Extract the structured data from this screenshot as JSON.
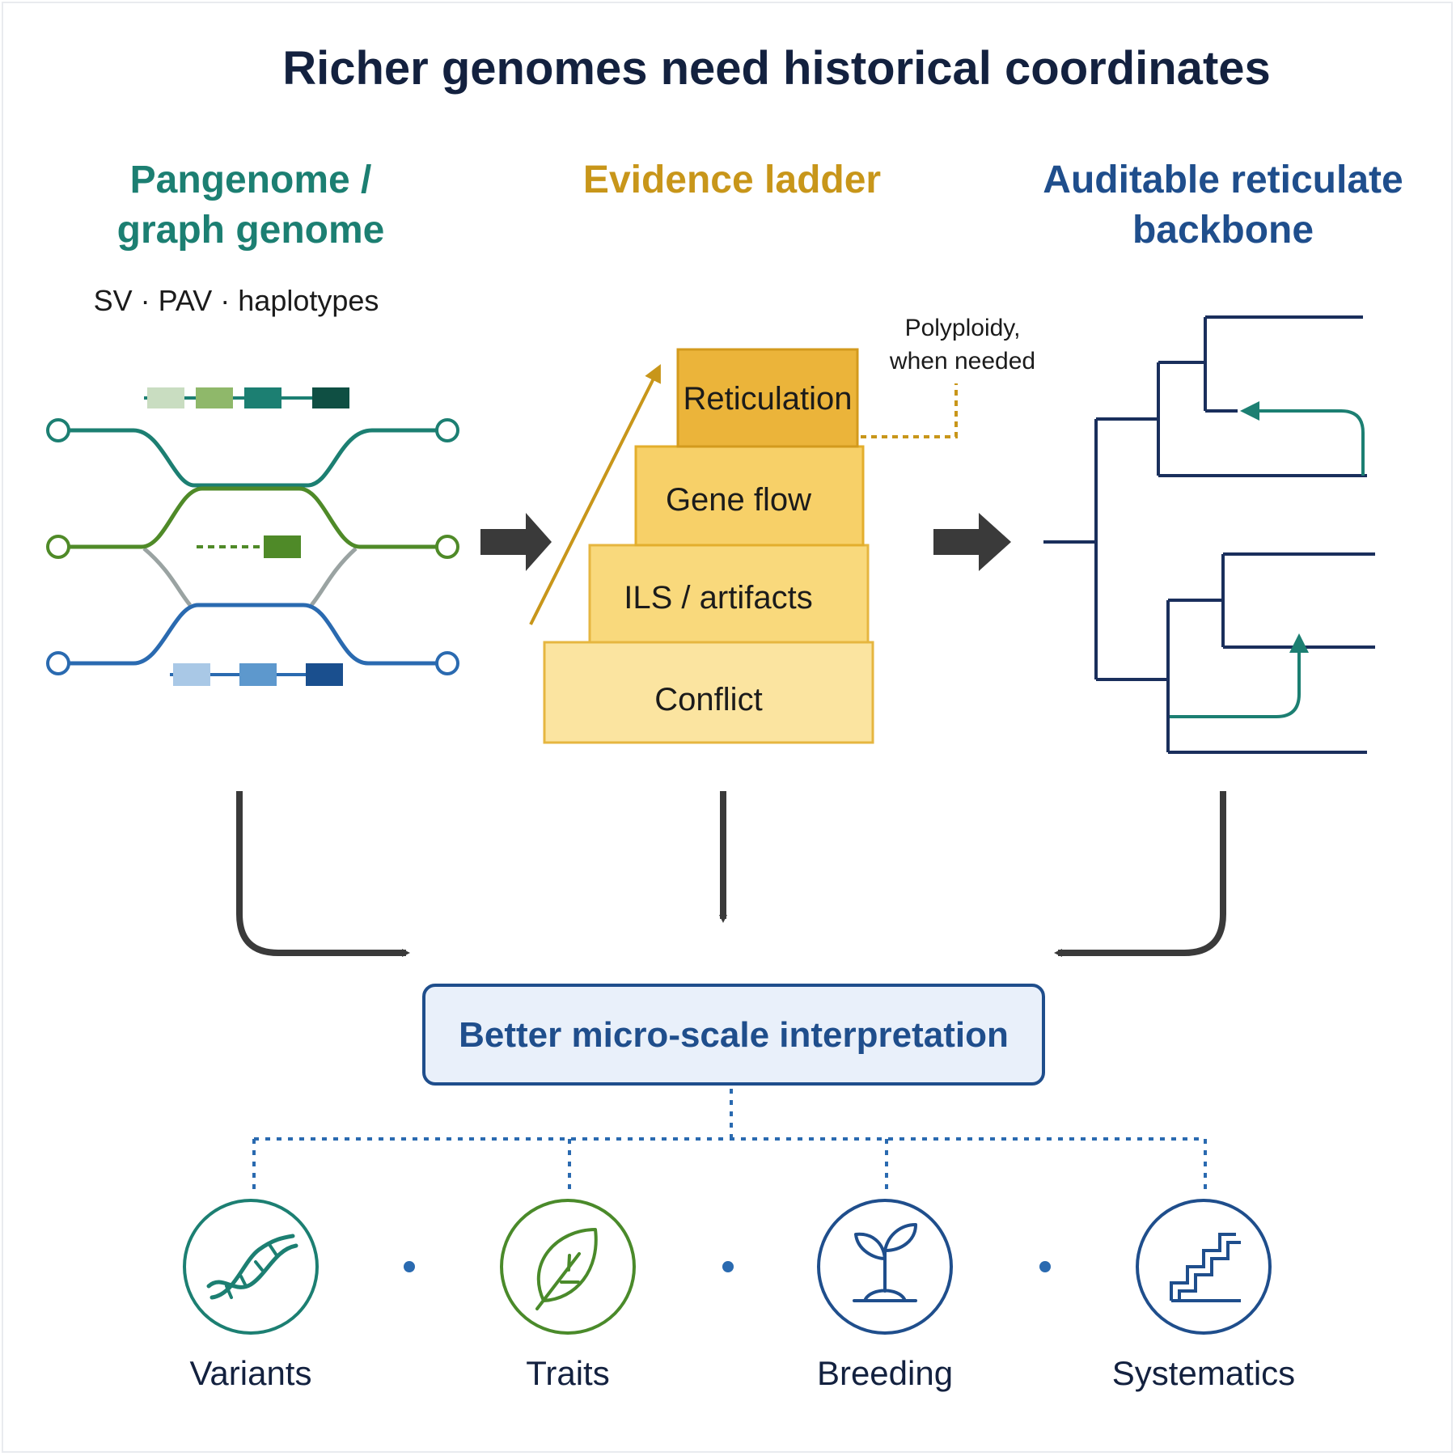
{
  "title": "Richer genomes need historical coordinates",
  "columns": {
    "pangenome": {
      "heading_line1": "Pangenome /",
      "heading_line2": "graph genome",
      "subtitle": "SV · PAV · haplotypes",
      "color": "#1c7f72"
    },
    "ladder": {
      "heading": "Evidence ladder",
      "color": "#c8961a",
      "steps": [
        "Reticulation",
        "Gene flow",
        "ILS / artifacts",
        "Conflict"
      ],
      "note_line1": "Polyploidy,",
      "note_line2": "when needed"
    },
    "backbone": {
      "heading_line1": "Auditable reticulate",
      "heading_line2": "backbone",
      "color": "#1f4e8c"
    }
  },
  "result": {
    "label": "Better micro-scale interpretation"
  },
  "outcomes": [
    {
      "label": "Variants",
      "icon": "dna-icon",
      "color": "#1c7f72"
    },
    {
      "label": "Traits",
      "icon": "leaf-icon",
      "color": "#4a8a2a"
    },
    {
      "label": "Breeding",
      "icon": "sprout-icon",
      "color": "#1f4e8c"
    },
    {
      "label": "Systematics",
      "icon": "stairs-icon",
      "color": "#1f4e8c"
    }
  ]
}
